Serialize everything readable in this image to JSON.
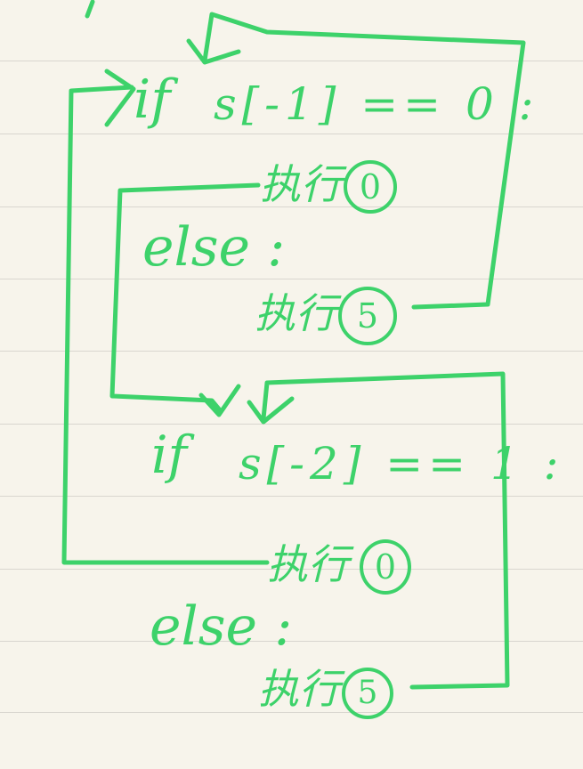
{
  "colors": {
    "ink": "#3dd26a",
    "paper": "#f7f4eb",
    "rule": "#d9d6cf"
  },
  "blocks": [
    {
      "condition": {
        "keyword": "if",
        "expr": "s[-1] == 0 :"
      },
      "then_action": {
        "text": "执行",
        "circled": "0"
      },
      "else_label": "else :",
      "else_action": {
        "text": "执行",
        "circled": "5"
      }
    },
    {
      "condition": {
        "keyword": "if",
        "expr": "s[-2] == 1 :"
      },
      "then_action": {
        "text": "执行",
        "circled": "0"
      },
      "else_label": "else :",
      "else_action": {
        "text": "执行",
        "circled": "5"
      }
    }
  ]
}
